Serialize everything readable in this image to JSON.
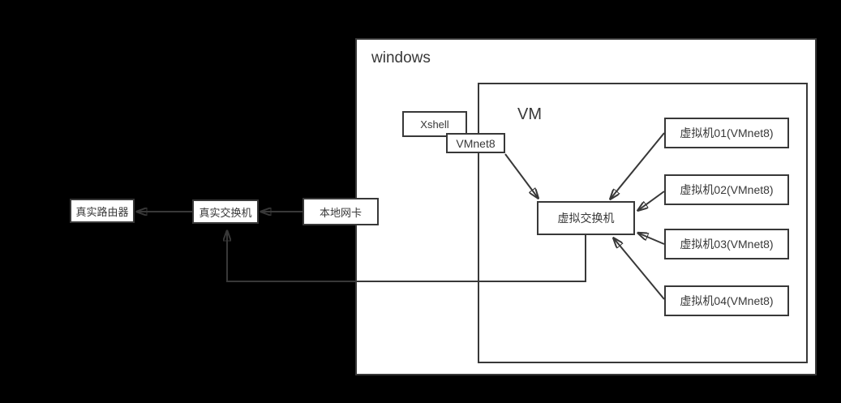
{
  "diagram": {
    "background_color": "#000000",
    "stroke_color": "#383838",
    "node_fill_color": "#ffffff",
    "containers": [
      {
        "id": "windows",
        "label": "windows"
      },
      {
        "id": "vm",
        "label": "VM"
      }
    ],
    "nodes": [
      {
        "id": "real-router",
        "label": "真实路由器"
      },
      {
        "id": "real-switch",
        "label": "真实交换机"
      },
      {
        "id": "local-nic",
        "label": "本地网卡"
      },
      {
        "id": "xshell",
        "label": "Xshell"
      },
      {
        "id": "vmnet8",
        "label": "VMnet8"
      },
      {
        "id": "virtual-switch",
        "label": "虚拟交换机"
      },
      {
        "id": "vm01",
        "label": "虚拟机01(VMnet8)"
      },
      {
        "id": "vm02",
        "label": "虚拟机02(VMnet8)"
      },
      {
        "id": "vm03",
        "label": "虚拟机03(VMnet8)"
      },
      {
        "id": "vm04",
        "label": "虚拟机04(VMnet8)"
      }
    ],
    "edges": [
      {
        "from": "real-switch",
        "to": "real-router"
      },
      {
        "from": "local-nic",
        "to": "real-switch"
      },
      {
        "from": "virtual-switch",
        "to": "real-switch"
      },
      {
        "from": "vmnet8",
        "to": "virtual-switch"
      },
      {
        "from": "vm01",
        "to": "virtual-switch"
      },
      {
        "from": "vm02",
        "to": "virtual-switch"
      },
      {
        "from": "vm03",
        "to": "virtual-switch"
      },
      {
        "from": "vm04",
        "to": "virtual-switch"
      }
    ]
  }
}
